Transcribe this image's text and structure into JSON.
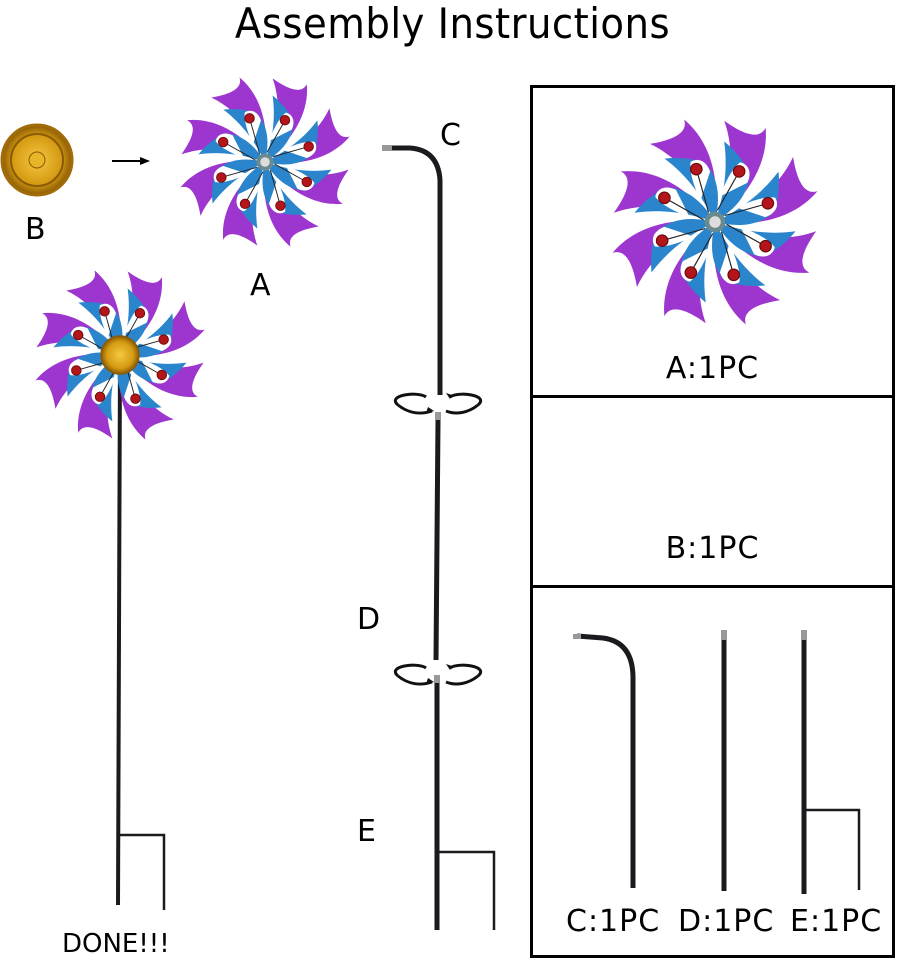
{
  "title": "Assembly Instructions",
  "diagram": {
    "labels": {
      "a": "A",
      "b": "B",
      "c": "C",
      "d": "D",
      "e": "E",
      "done": "DONE!!!"
    },
    "arrow_icon": "right-arrow",
    "rotate_icons": [
      "twist-connect-arrows",
      "twist-connect-arrows"
    ]
  },
  "parts_list": {
    "items": [
      {
        "part": "A",
        "label": "A:1PC"
      },
      {
        "part": "B",
        "label": "B:1PC"
      },
      {
        "part": "C",
        "label": "C:1PC"
      },
      {
        "part": "D",
        "label": "D:1PC"
      },
      {
        "part": "E",
        "label": "E:1PC"
      }
    ]
  },
  "colors": {
    "petal_purple": "#9b2fc9",
    "petal_blue": "#1c8fc4",
    "gem_red": "#b3151b",
    "cap_gold": "#d4a017",
    "rod_black": "#1a1a1f",
    "border": "#000000"
  }
}
